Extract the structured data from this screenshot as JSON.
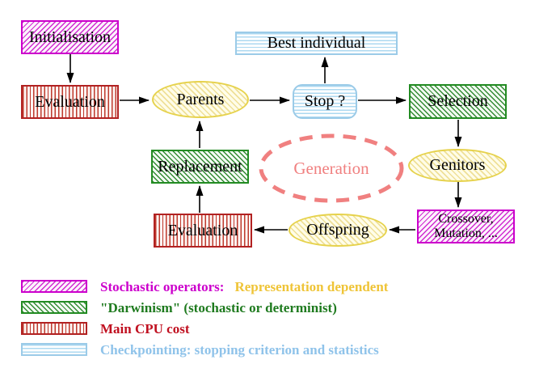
{
  "diagram": {
    "background": "#FFFFFF",
    "nodes": {
      "initialisation": {
        "label": "Initialisation",
        "style": "stochastic-operator"
      },
      "evaluation_top": {
        "label": "Evaluation",
        "style": "main-cpu-cost"
      },
      "parents": {
        "label": "Parents",
        "style": "yellow-ellipse"
      },
      "best_individual": {
        "label": "Best individual",
        "style": "checkpointing"
      },
      "stop": {
        "label": "Stop ?",
        "style": "checkpointing"
      },
      "selection": {
        "label": "Selection",
        "style": "darwinism"
      },
      "genitors": {
        "label": "Genitors",
        "style": "yellow-ellipse"
      },
      "crossover_mutation": {
        "line1": "Crossover,",
        "line2": "Mutation, ...",
        "style": "stochastic-operator"
      },
      "offspring": {
        "label": "Offspring",
        "style": "yellow-ellipse"
      },
      "evaluation_bottom": {
        "label": "Evaluation",
        "style": "main-cpu-cost"
      },
      "replacement": {
        "label": "Replacement",
        "style": "darwinism"
      },
      "generation": {
        "label": "Generation",
        "style": "dashed-coral-ellipse"
      }
    },
    "colors": {
      "stochastic_operator": "#CC00CC",
      "main_cpu_cost": "#B22222",
      "darwinism": "#228B22",
      "checkpointing": "#9BCBE8",
      "yellow_ellipse_border": "#E6D24C",
      "yellow_ellipse_fill": "#FFFDE9",
      "generation_dashed": "#F08080",
      "arrow": "#000000",
      "legend_gold_text": "#EFC437",
      "legend_green_text": "#1E7A1E",
      "legend_red_text": "#C01020",
      "legend_blue_text": "#8FC3EA"
    },
    "legend": {
      "rows": [
        {
          "swatch": "stochastic-operator",
          "parts": [
            {
              "text": "Stochastic operators:",
              "color": "#CC00CC"
            },
            {
              "text": "Representation dependent",
              "color": "#EFC437"
            }
          ]
        },
        {
          "swatch": "darwinism",
          "parts": [
            {
              "text": "\"Darwinism\" (stochastic or determinist)",
              "color": "#1E7A1E"
            }
          ]
        },
        {
          "swatch": "main-cpu-cost",
          "parts": [
            {
              "text": "Main CPU cost",
              "color": "#C01020"
            }
          ]
        },
        {
          "swatch": "checkpointing",
          "parts": [
            {
              "text": "Checkpointing: stopping criterion and statistics",
              "color": "#8FC3EA"
            }
          ]
        }
      ]
    }
  }
}
